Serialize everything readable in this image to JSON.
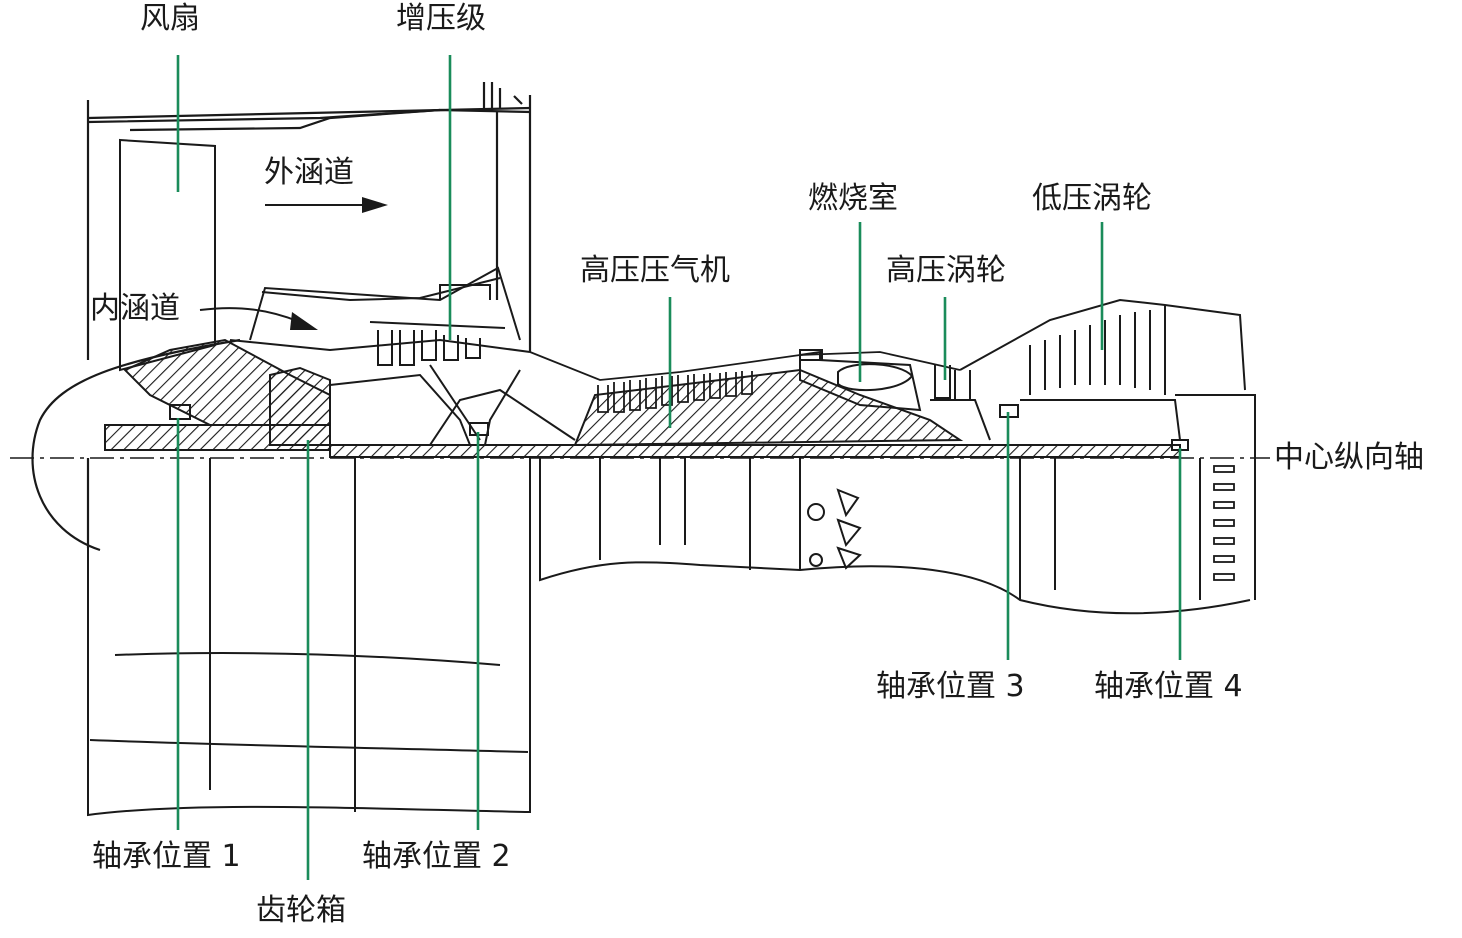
{
  "labels": {
    "fan": "风扇",
    "booster": "增压级",
    "bypass_duct": "外涵道",
    "core_duct": "内涵道",
    "combustor": "燃烧室",
    "lp_turbine": "低压涡轮",
    "hp_compressor": "高压压气机",
    "hp_turbine": "高压涡轮",
    "centerline_axis": "中心纵向轴",
    "bearing_1": "轴承位置 1",
    "bearing_2": "轴承位置 2",
    "bearing_3": "轴承位置 3",
    "bearing_4": "轴承位置 4",
    "gearbox": "齿轮箱"
  },
  "colors": {
    "leader_line": "#1a8c5a",
    "drawing": "#1a1a1a"
  }
}
